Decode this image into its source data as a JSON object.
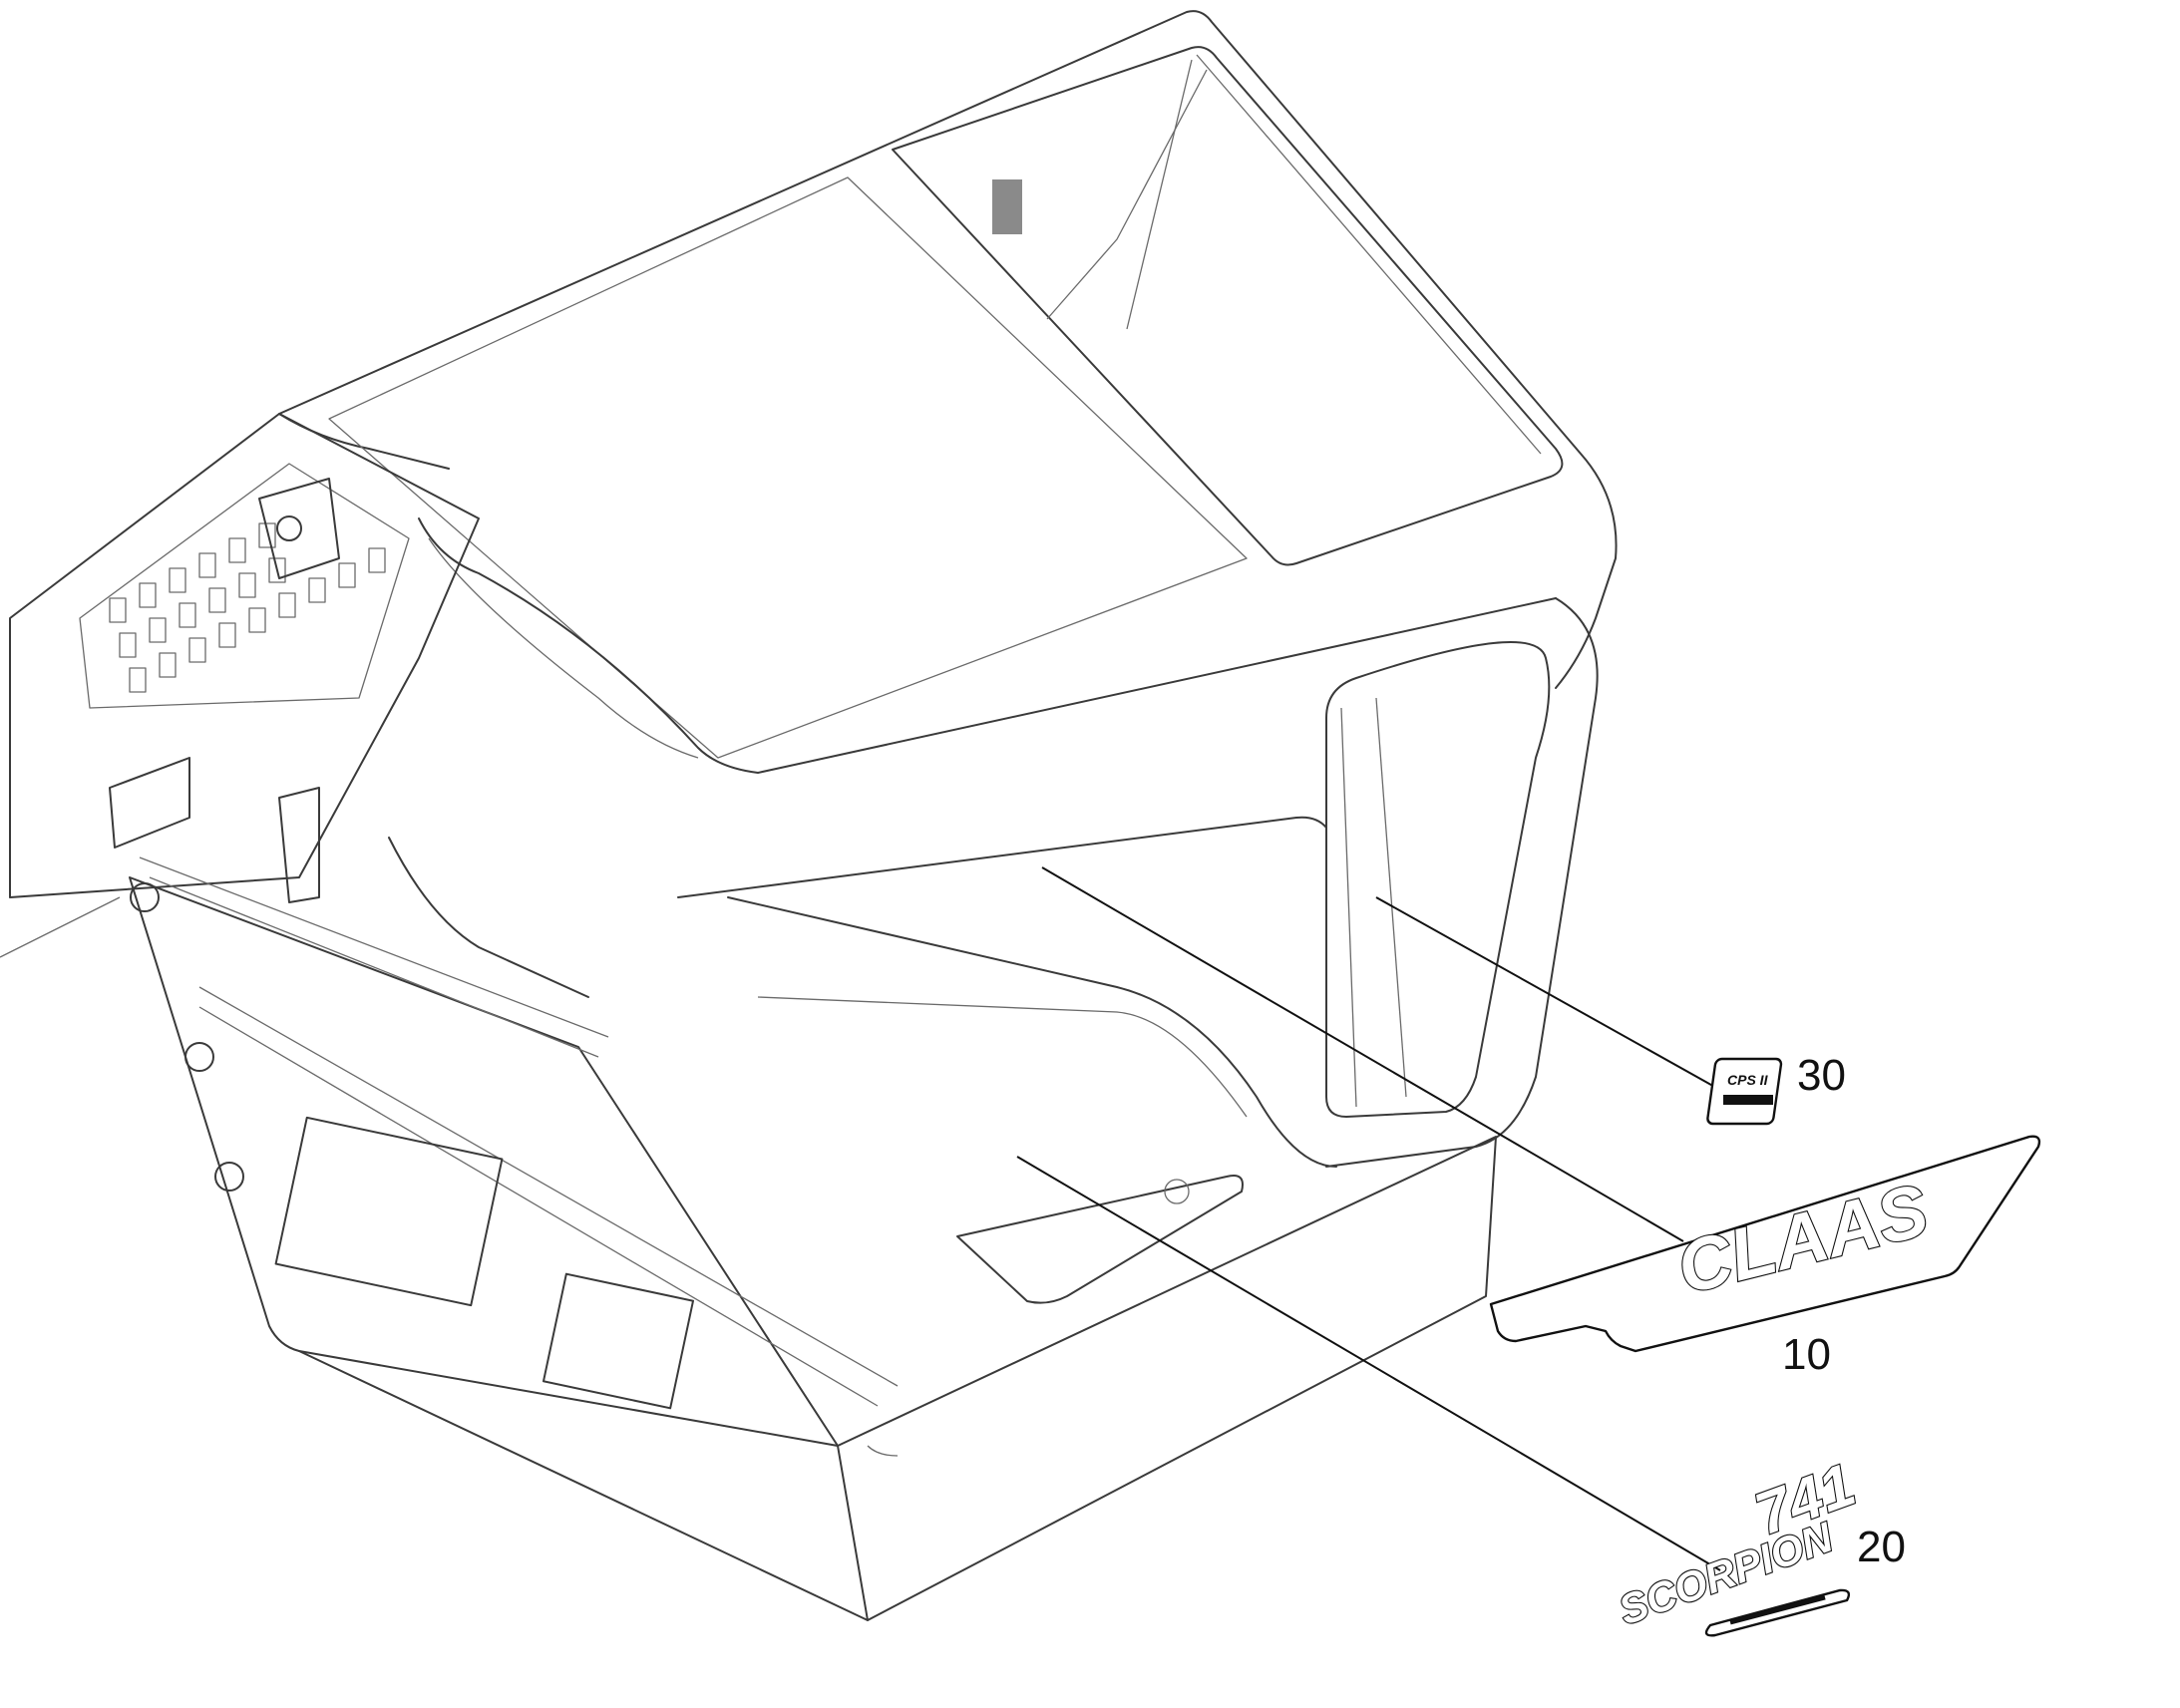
{
  "callouts": [
    {
      "number": "10",
      "part": "CLAAS decal"
    },
    {
      "number": "20",
      "part": "SCORPION 741 decal"
    },
    {
      "number": "30",
      "part": "CPS II decal"
    }
  ],
  "decals": {
    "claas_text": "CLAAS",
    "model_number": "741",
    "model_name": "SCORPION",
    "small_text": "CPS II"
  }
}
